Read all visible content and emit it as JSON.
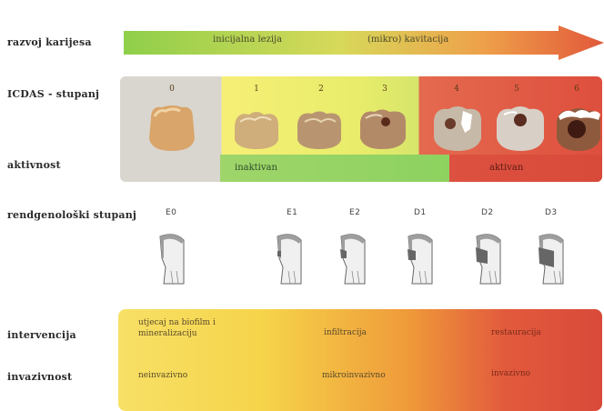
{
  "labels": {
    "razvoj": "razvoj karijesa",
    "icdas": "ICDAS - stupanj",
    "aktivnost": "aktivnost",
    "rendgen": "rendgenološki stupanj",
    "intervencija": "intervencija",
    "invazivnost": "invazivnost"
  },
  "arrow": {
    "text1": "inicijalna lezija",
    "text2": "(mikro) kavitacija",
    "color_start": "#8fcf4a",
    "color_end": "#e2583a"
  },
  "icdas_numbers": [
    "0",
    "1",
    "2",
    "3",
    "4",
    "5",
    "6"
  ],
  "activity": {
    "inactive": "inaktivan",
    "active": "aktivan"
  },
  "radiographic": [
    "E0",
    "E1",
    "E2",
    "D1",
    "D2",
    "D3"
  ],
  "intervention": {
    "line1": "utjecaj na biofilm i",
    "line2": "mineralizaciju",
    "infiltration": "infiltracija",
    "restoration": "restauracija"
  },
  "invasiveness": {
    "noninvasive": "neinvazivno",
    "micro": "mikroinvazivno",
    "invasive": "invazivno"
  }
}
